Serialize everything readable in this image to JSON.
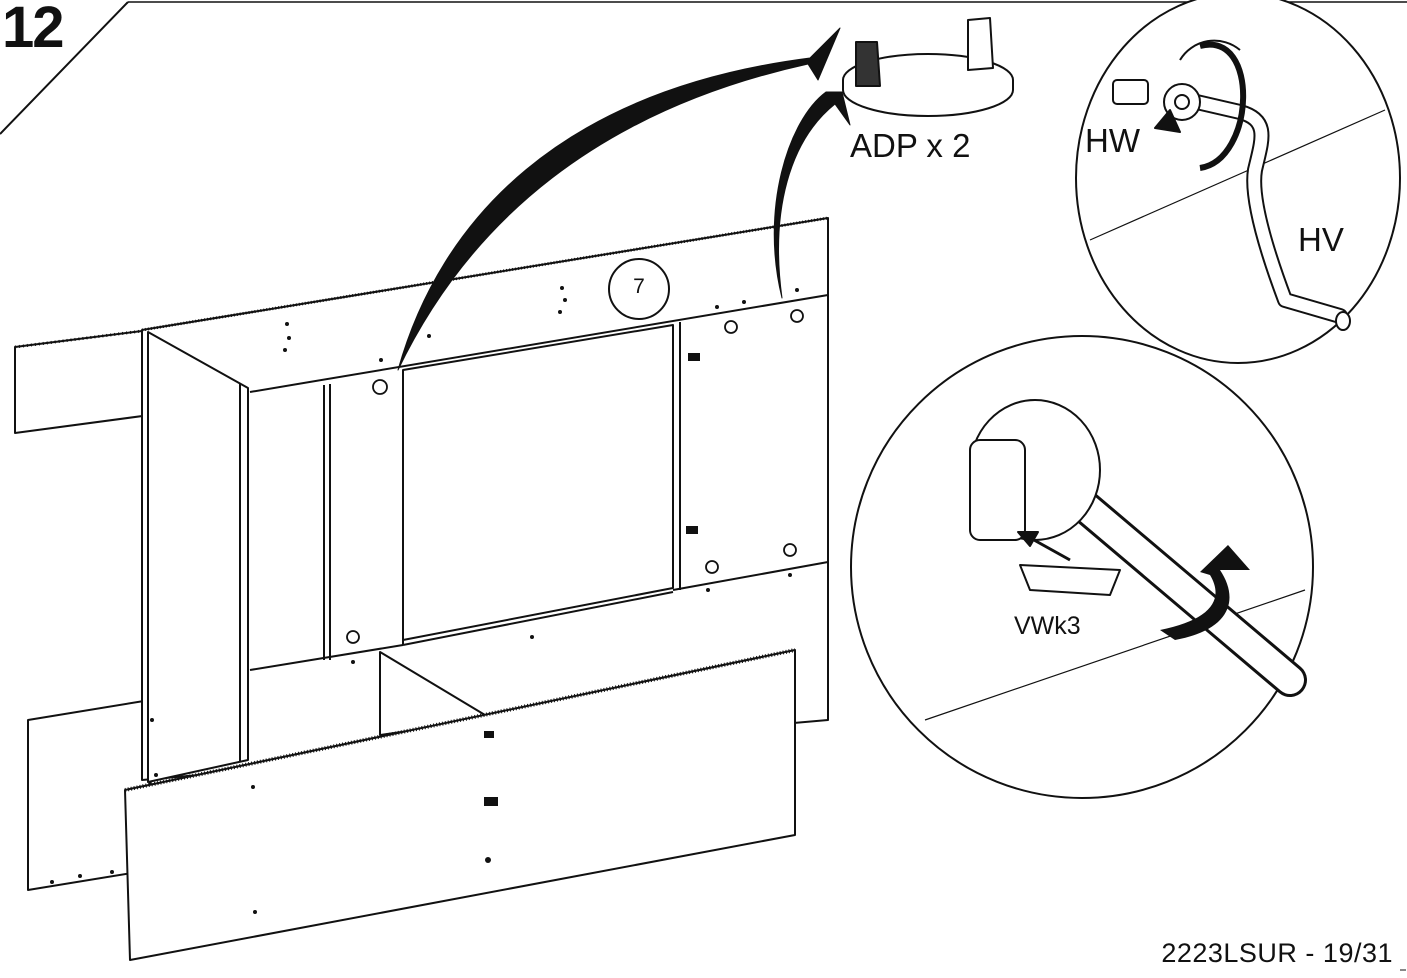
{
  "step_number": "12",
  "parts": {
    "adp_label": "ADP x 2",
    "hw_label": "HW",
    "hv_label": "HV",
    "vwk_label": "VWk3",
    "panel_number": "7"
  },
  "footer": {
    "page_code": "2223LSUR - 19/31"
  },
  "icons": [
    "rotate-arrow-icon",
    "cam-lock-icon",
    "hex-key-icon",
    "screwdriver-icon"
  ],
  "colors": {
    "ink": "#111111",
    "paper": "#ffffff"
  }
}
